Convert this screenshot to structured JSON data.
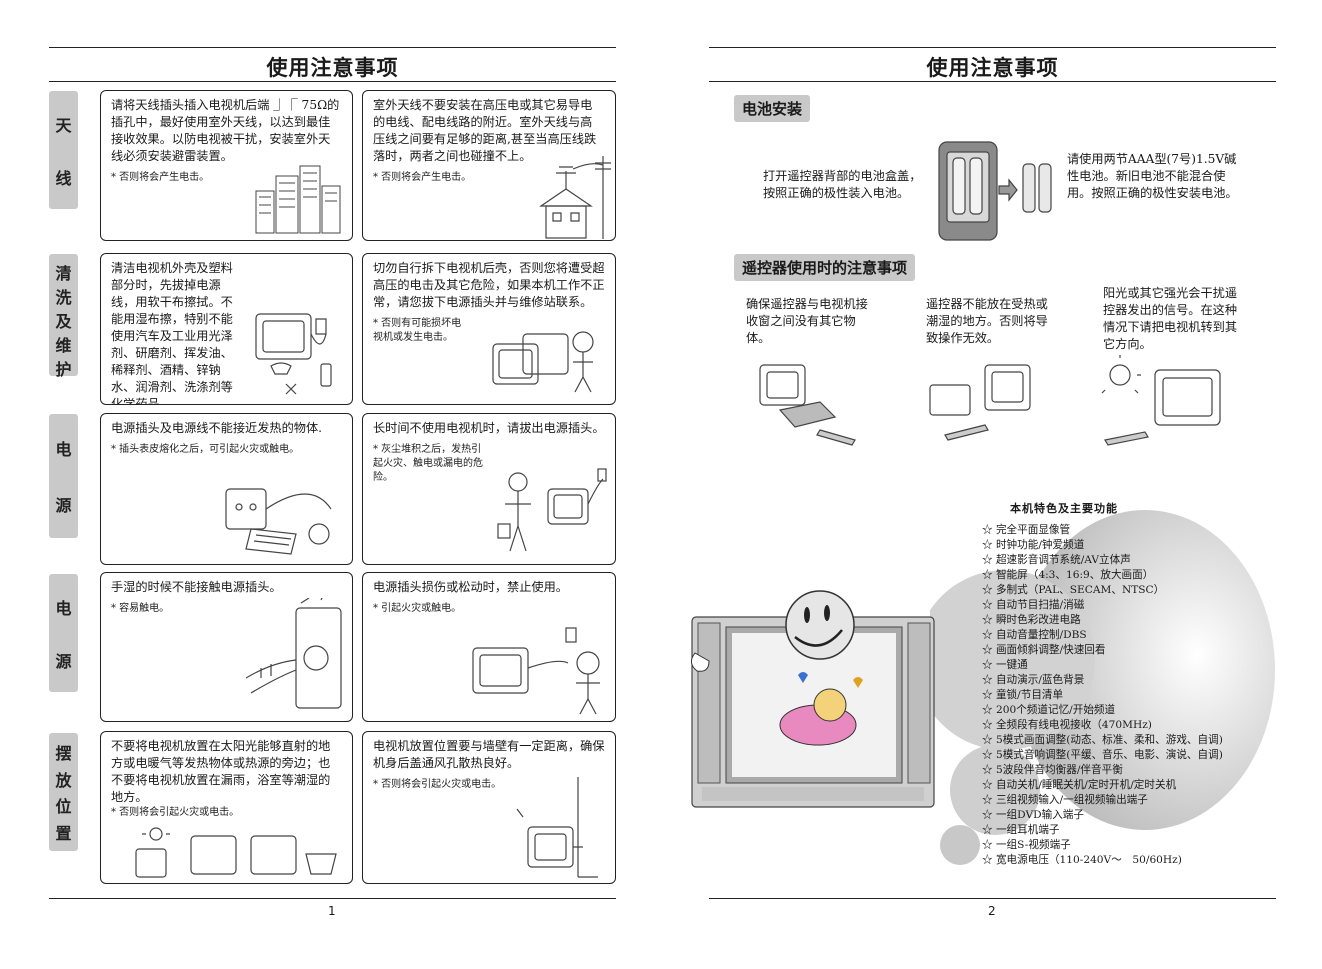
{
  "left": {
    "title": "使用注意事项",
    "page_number": "1",
    "sections": [
      {
        "label": [
          "天",
          "线"
        ],
        "left": {
          "text": "请将天线插头插入电视机后端 ⏌⎾ 75Ω的插孔中，最好使用室外天线，以达到最佳接收效果。以防电视被干扰，安装室外天线必须安装避雷装置。",
          "note": "* 否则将会产生电击。"
        },
        "right": {
          "text": "室外天线不要安装在高压电或其它易导电的电线、配电线路的附近。室外天线与高压线之间要有足够的距离,甚至当高压线跌落时，两者之间也碰撞不上。",
          "note": "* 否则将会产生电击。"
        }
      },
      {
        "label": [
          "清",
          "洗",
          "及",
          "维",
          "护"
        ],
        "left": {
          "text": "清洁电视机外壳及塑料部分时，先拔掉电源线，用软干布擦拭。不能用湿布擦，特别不能使用汽车及工业用光泽剂、研磨剂、挥发油、稀释剂、酒精、锌钠水、润滑剂、洗涤剂等化学药品。",
          "note": ""
        },
        "right": {
          "text": "切勿自行拆下电视机后壳，否则您将遭受超高压的电击及其它危险，如果本机工作不正常，请您拔下电源插头并与维修站联系。",
          "note": "* 否则有可能损坏电视机或发生电击。"
        }
      },
      {
        "label": [
          "电",
          "源"
        ],
        "left": {
          "text": "电源插头及电源线不能接近发热的物体.",
          "note": "* 插头表皮熔化之后，可引起火灾或触电。"
        },
        "right": {
          "text": "长时间不使用电视机时，请拔出电源插头。",
          "note": "* 灰尘堆积之后，发热引起火灾、触电或漏电的危险。"
        }
      },
      {
        "label": [
          "电",
          "源"
        ],
        "left": {
          "text": "手湿的时候不能接触电源插头。",
          "note": "* 容易触电。"
        },
        "right": {
          "text": "电源插头损伤或松动时，禁止使用。",
          "note": "* 引起火灾或触电。"
        }
      },
      {
        "label": [
          "摆",
          "放",
          "位",
          "置"
        ],
        "left": {
          "text": "不要将电视机放置在太阳光能够直射的地方或电暖气等发热物体或热源的旁边；也不要将电视机放置在漏雨，浴室等潮湿的地方。",
          "note": "* 否则将会引起火灾或电击。"
        },
        "right": {
          "text": "电视机放置位置要与墙壁有一定距离，确保机身后盖通风孔散热良好。",
          "note": "* 否则将会引起火灾或电击。"
        }
      }
    ]
  },
  "right": {
    "title": "使用注意事项",
    "page_number": "2",
    "battery": {
      "header": "电池安装",
      "left_text": "打开遥控器背部的电池盒盖，按照正确的极性装入电池。",
      "right_text": "请使用两节AAA型(7号)1.5V碱性电池。新旧电池不能混合使用。按照正确的极性安装电池。"
    },
    "remote": {
      "header": "遥控器使用时的注意事项",
      "items": [
        "确保遥控器与电视机接收窗之间没有其它物体。",
        "遥控器不能放在受热或潮湿的地方。否则将导致操作无效。",
        "阳光或其它强光会干扰遥控器发出的信号。在这种情况下请把电视机转到其它方向。"
      ]
    },
    "features": {
      "title": "本机特色及主要功能",
      "items": [
        "完全平面显像管",
        "时钟功能/钟爱频道",
        "超速影音调节系统/AV立体声",
        "智能屏（4:3、16:9、放大画面）",
        "多制式（PAL、SECAM、NTSC）",
        "自动节目扫描/消磁",
        "瞬时色彩改进电路",
        "自动音量控制/DBS",
        "画面倾斜调整/快速回看",
        "一键通",
        "自动演示/蓝色背景",
        "童锁/节目清单",
        "200个频道记忆/开始频道",
        "全频段有线电视接收（470MHz)",
        "5模式画面调整(动态、标准、柔和、游戏、自调)",
        "5模式音响调整(平缓、音乐、电影、演说、自调)",
        "5波段伴音均衡器/伴音平衡",
        "自动关机/睡眠关机/定时开机/定时关机",
        "三组视频输入/一组视频输出端子",
        "一组DVD输入端子",
        "一组耳机端子",
        "一组S-视频端子",
        "宽电源电压（110-240V～　50/60Hz)"
      ]
    }
  }
}
